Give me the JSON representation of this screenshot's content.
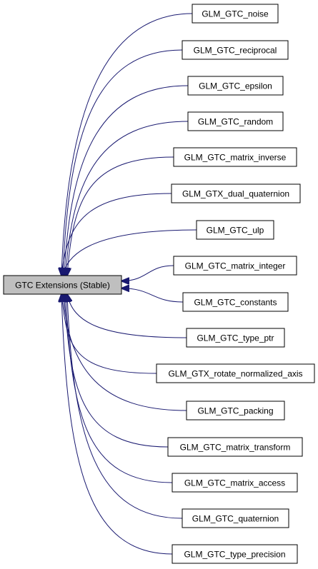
{
  "colors": {
    "edge": "#191970",
    "node_border": "#000000",
    "root_fill": "#bfbfbf",
    "node_fill": "#ffffff"
  },
  "root": {
    "label": "GTC Extensions (Stable)"
  },
  "nodes": [
    {
      "id": "noise",
      "label": "GLM_GTC_noise"
    },
    {
      "id": "reciprocal",
      "label": "GLM_GTC_reciprocal"
    },
    {
      "id": "epsilon",
      "label": "GLM_GTC_epsilon"
    },
    {
      "id": "random",
      "label": "GLM_GTC_random"
    },
    {
      "id": "matrix_inverse",
      "label": "GLM_GTC_matrix_inverse"
    },
    {
      "id": "dual_quaternion",
      "label": "GLM_GTX_dual_quaternion"
    },
    {
      "id": "ulp",
      "label": "GLM_GTC_ulp"
    },
    {
      "id": "matrix_integer",
      "label": "GLM_GTC_matrix_integer"
    },
    {
      "id": "constants",
      "label": "GLM_GTC_constants"
    },
    {
      "id": "type_ptr",
      "label": "GLM_GTC_type_ptr"
    },
    {
      "id": "rotate_normalized_axis",
      "label": "GLM_GTX_rotate_normalized_axis"
    },
    {
      "id": "packing",
      "label": "GLM_GTC_packing"
    },
    {
      "id": "matrix_transform",
      "label": "GLM_GTC_matrix_transform"
    },
    {
      "id": "matrix_access",
      "label": "GLM_GTC_matrix_access"
    },
    {
      "id": "quaternion",
      "label": "GLM_GTC_quaternion"
    },
    {
      "id": "type_precision",
      "label": "GLM_GTC_type_precision"
    }
  ]
}
